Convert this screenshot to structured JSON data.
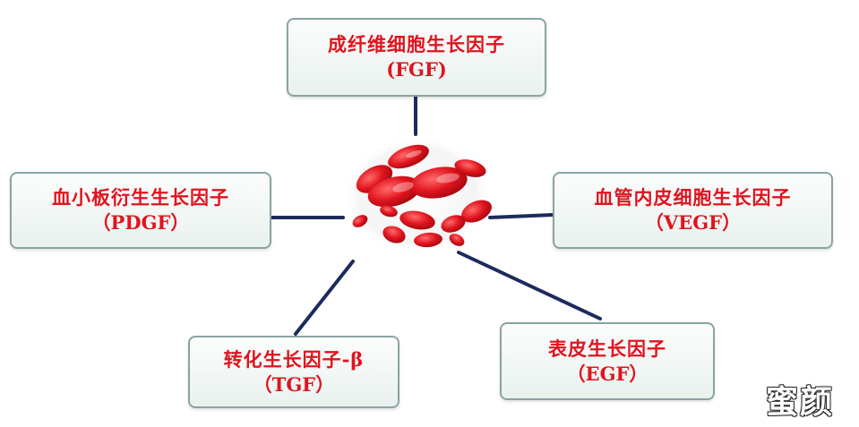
{
  "center": {
    "image": "red-blood-cells"
  },
  "nodes": [
    {
      "id": "fgf",
      "name": "成纤维细胞生长因子",
      "abbr": "(FGF)"
    },
    {
      "id": "vegf",
      "name": "血管内皮细胞生长因子",
      "abbr": "（VEGF）"
    },
    {
      "id": "pdgf",
      "name": "血小板衍生生长因子",
      "abbr": "（PDGF）"
    },
    {
      "id": "tgf",
      "name": "转化生长因子-β",
      "abbr": "（TGF）"
    },
    {
      "id": "egf",
      "name": "表皮生长因子",
      "abbr": "（EGF）"
    }
  ],
  "colors": {
    "label_text": "#e0141e",
    "connector": "#1c2b5c",
    "box_border": "#8aa3a3",
    "cell": "#d9121f"
  },
  "watermark": "蜜颜"
}
